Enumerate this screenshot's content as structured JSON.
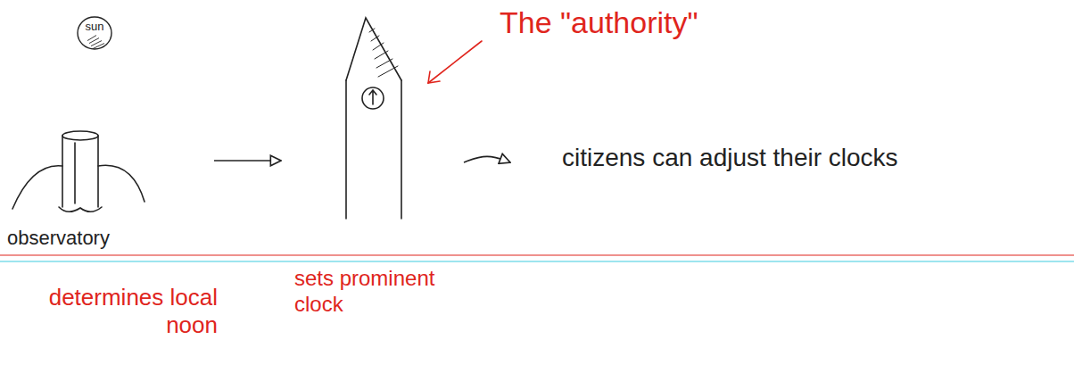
{
  "diagram": {
    "nodes": [
      {
        "text": [
          "sun"
        ]
      },
      {
        "text": [
          "observatory"
        ]
      },
      {
        "text": [
          "The \"authority\""
        ]
      },
      {
        "text": [
          "citizens can adjust their clocks"
        ]
      }
    ],
    "edges": [
      {
        "from": 1,
        "to": 2,
        "arrow": "to"
      },
      {
        "from": 2,
        "to": 3,
        "arrow": "to"
      }
    ],
    "labels": [
      "determines local noon",
      "sets prominent clock"
    ]
  }
}
